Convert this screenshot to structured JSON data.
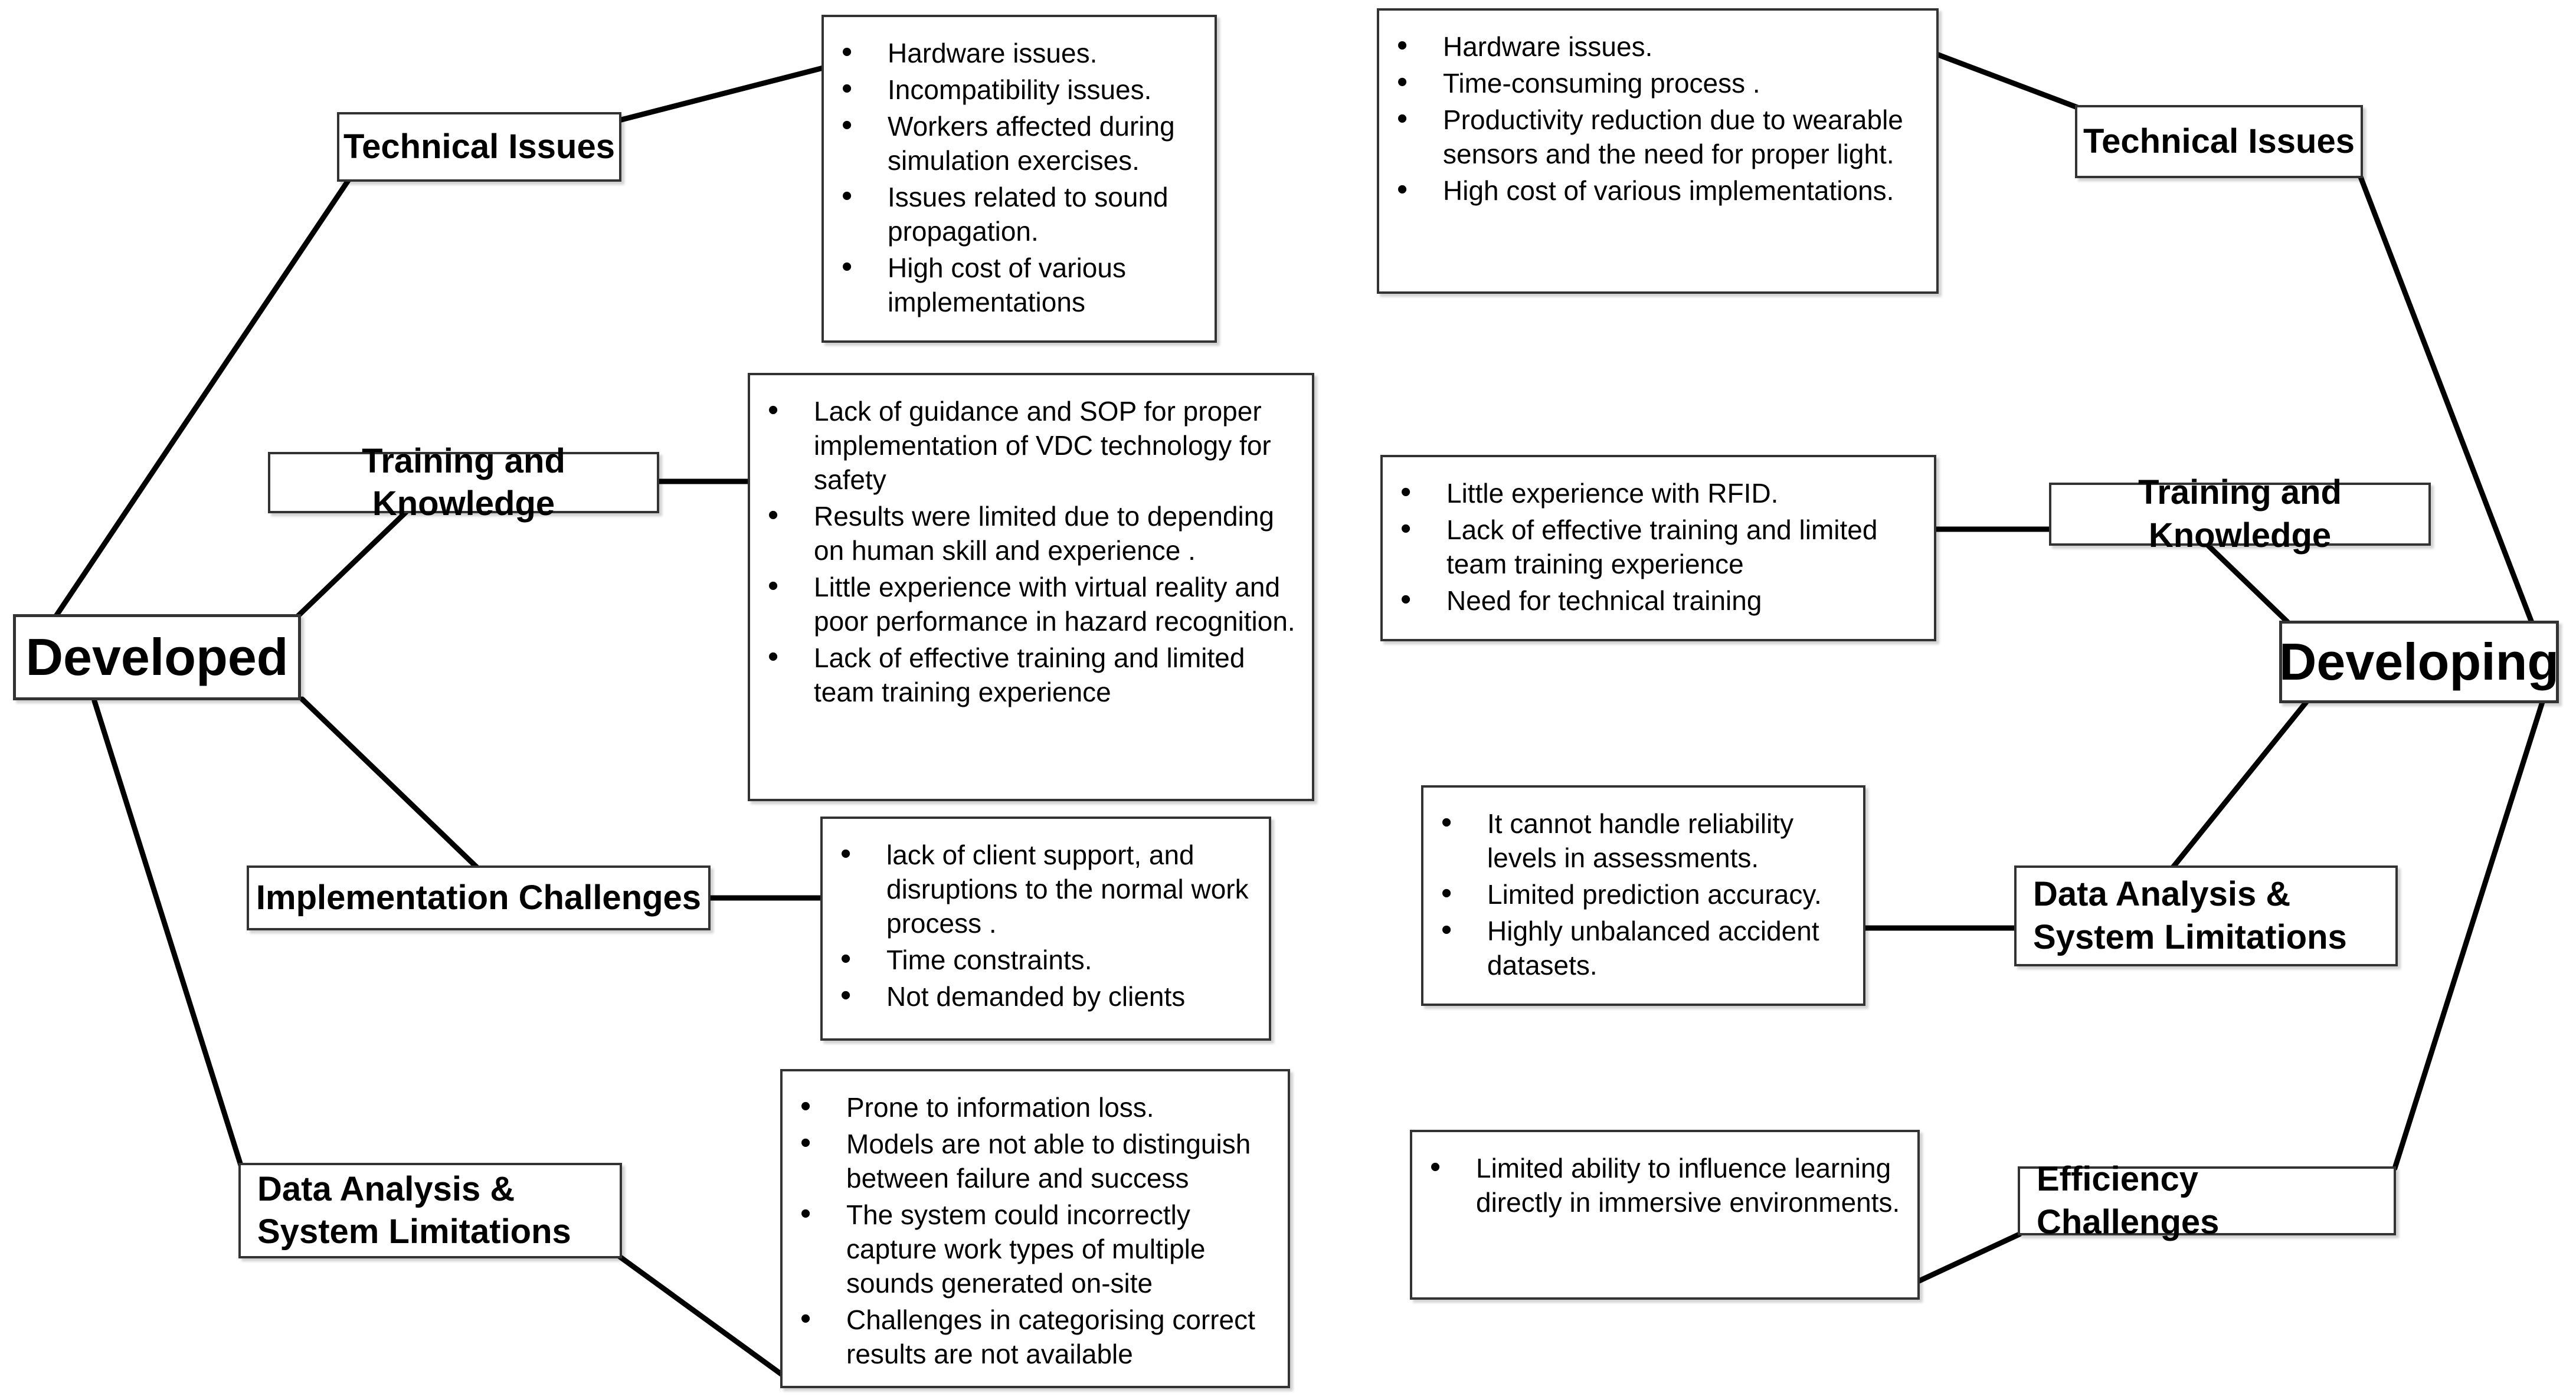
{
  "diagram": {
    "title": "Challenges comparison mind map",
    "colors": {
      "background": "#ffffff",
      "box_border": "#333333",
      "connector": "#000000",
      "text": "#000000"
    },
    "left": {
      "hub": "Developed",
      "branches": [
        {
          "label": "Technical Issues",
          "bullets": [
            "Hardware issues.",
            "Incompatibility issues.",
            "Workers affected during simulation exercises.",
            "Issues related to sound propagation.",
            "High cost of various implementations"
          ]
        },
        {
          "label": "Training and Knowledge",
          "bullets": [
            "Lack of guidance and SOP for proper implementation of VDC technology for safety",
            "Results were limited due to depending on human skill and experience .",
            "Little experience with virtual reality and poor performance in hazard recognition.",
            "Lack of effective training and limited team training experience"
          ]
        },
        {
          "label": "Implementation Challenges",
          "bullets": [
            "lack of client support, and disruptions to the normal work process .",
            "Time constraints.",
            "Not demanded by clients"
          ]
        },
        {
          "label": "Data Analysis & System Limitations",
          "bullets": [
            "Prone to information loss.",
            "Models are not able to distinguish between failure and success",
            "The system could incorrectly capture work types of multiple sounds generated on-site",
            "Challenges in categorising correct results are not available"
          ]
        }
      ]
    },
    "right": {
      "hub": "Developing",
      "branches": [
        {
          "label": "Technical Issues",
          "bullets": [
            "Hardware issues.",
            "Time-consuming process .",
            "Productivity reduction due to wearable sensors and the need for proper light.",
            "High cost of various implementations."
          ]
        },
        {
          "label": "Training and Knowledge",
          "bullets": [
            "Little experience with RFID.",
            "Lack of effective training and limited team training experience",
            "Need for technical training"
          ]
        },
        {
          "label": "Data Analysis & System Limitations",
          "bullets": [
            "It cannot handle reliability levels in assessments.",
            "Limited prediction accuracy.",
            "Highly unbalanced accident datasets."
          ]
        },
        {
          "label": "Efficiency Challenges",
          "bullets": [
            "Limited ability to influence learning directly in immersive environments."
          ]
        }
      ]
    }
  }
}
